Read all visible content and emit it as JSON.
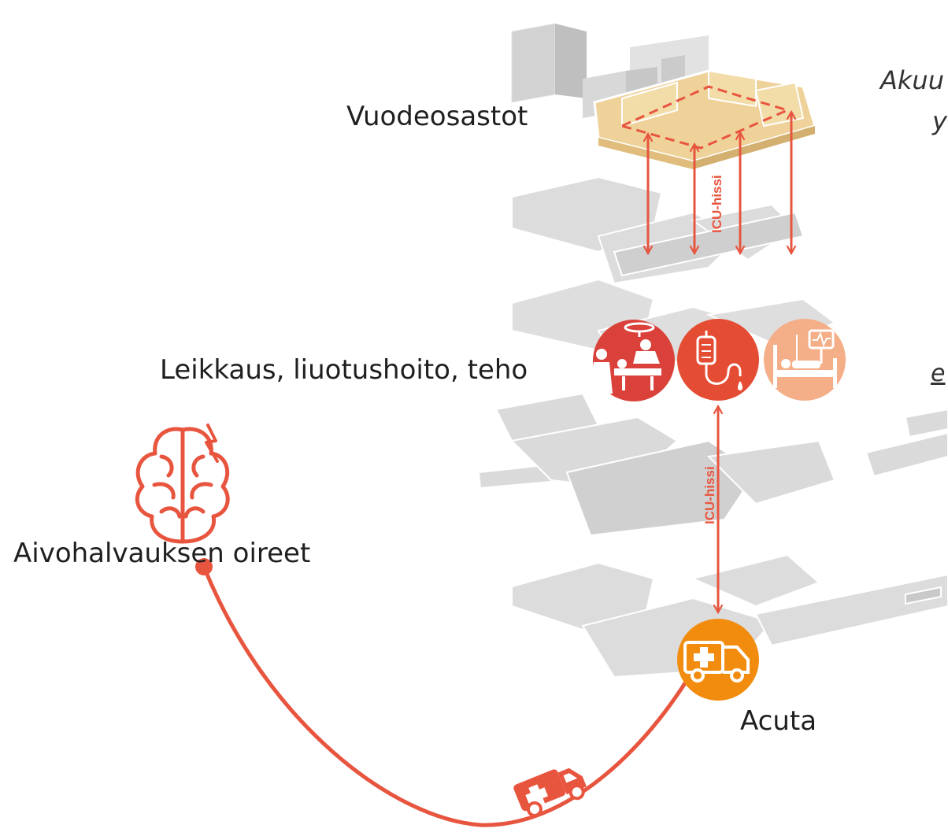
{
  "labels": {
    "ward": "Vuodeosastot",
    "treatment": "Leikkaus, liuotushoito, teho",
    "symptoms": "Aivohalvauksen oireet",
    "acuta": "Acuta",
    "elevator_upper": "ICU-hissi",
    "elevator_lower": "ICU-hissi"
  },
  "cropped_text": {
    "line1": "Akuu",
    "line2": "y",
    "line3": "e"
  },
  "icons": {
    "surgery": "surgery-icon",
    "thrombolysis": "iv-drip-icon",
    "intensive_care": "icu-bed-icon",
    "emergency": "ambulance-icon",
    "stroke": "brain-stroke-icon",
    "route_vehicle": "ambulance-icon"
  },
  "colors": {
    "arrow": "#E8553F",
    "surgery": "#D9413A",
    "thrombolysis": "#E44C33",
    "intensive_care": "#F4AE88",
    "emergency": "#F28C0F",
    "ward_highlight": "#EFD29A",
    "building": "#D9D9D9"
  }
}
